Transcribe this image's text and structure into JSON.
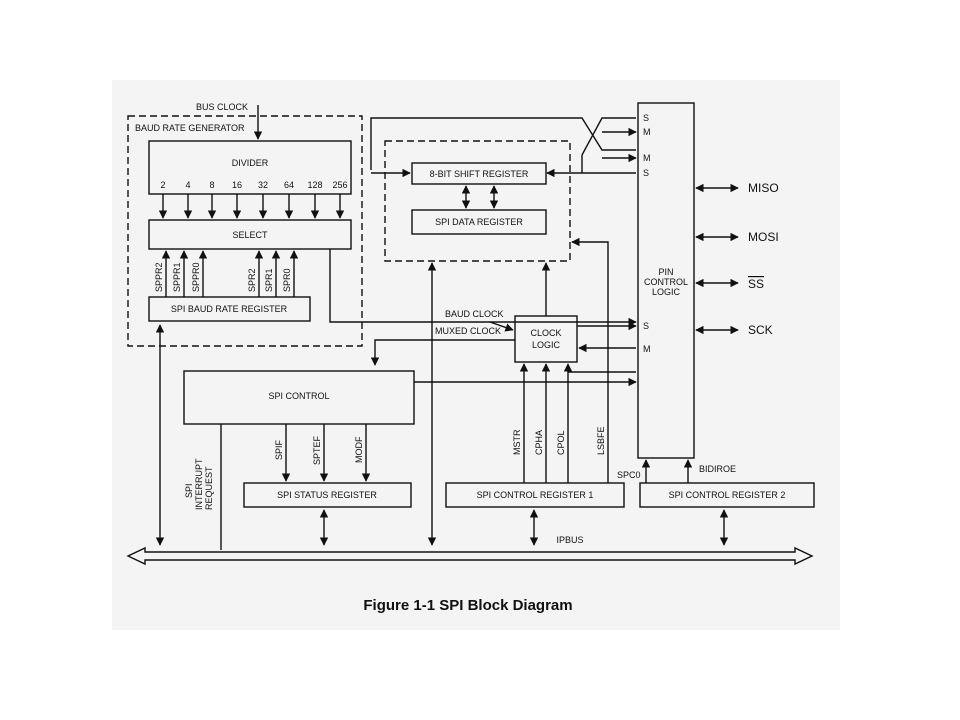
{
  "caption": "Figure 1-1  SPI Block Diagram",
  "labels": {
    "bus_clock": "BUS CLOCK",
    "baud_rate_generator": "BAUD RATE GENERATOR",
    "divider": "DIVIDER",
    "divider_taps": [
      "2",
      "4",
      "8",
      "16",
      "32",
      "64",
      "128",
      "256"
    ],
    "select": "SELECT",
    "sppr": [
      "SPPR2",
      "SPPR1",
      "SPPR0"
    ],
    "spr": [
      "SPR2",
      "SPR1",
      "SPR0"
    ],
    "baud_rate_register": "SPI BAUD RATE REGISTER",
    "shift_register": "8-BIT SHIFT REGISTER",
    "data_register": "SPI DATA REGISTER",
    "baud_clock": "BAUD CLOCK",
    "muxed_clock": "MUXED CLOCK",
    "clock_logic_1": "CLOCK",
    "clock_logic_2": "LOGIC",
    "spi_control": "SPI CONTROL",
    "status_flags": [
      "SPIF",
      "SPTEF",
      "MODF"
    ],
    "control_bits": [
      "MSTR",
      "CPHA",
      "CPOL",
      "LSBFE"
    ],
    "interrupt": [
      "SPI",
      "INTERRUPT",
      "REQUEST"
    ],
    "status_register": "SPI STATUS REGISTER",
    "control_register_1": "SPI CONTROL REGISTER 1",
    "control_register_2": "SPI CONTROL REGISTER 2",
    "spc0": "SPC0",
    "bidiroe": "BIDIROE",
    "ipbus": "IPBUS",
    "pin_control_logic": [
      "PIN",
      "CONTROL",
      "LOGIC"
    ],
    "pin_side_smms": [
      "S",
      "M",
      "M",
      "S"
    ],
    "pin_side_sm": [
      "S",
      "M"
    ],
    "pins": [
      "MISO",
      "MOSI",
      "SS",
      "SCK"
    ]
  }
}
